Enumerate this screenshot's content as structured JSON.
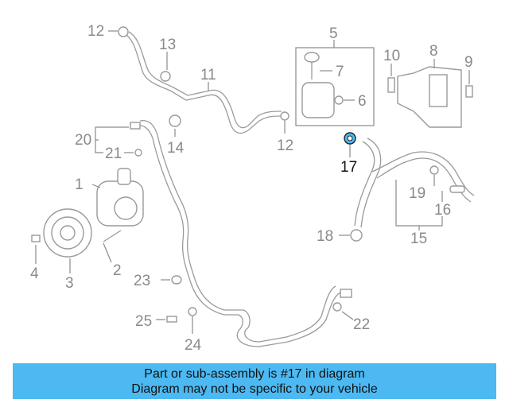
{
  "diagram": {
    "callouts": {
      "n1": "1",
      "n2": "2",
      "n3": "3",
      "n4": "4",
      "n5": "5",
      "n6": "6",
      "n7": "7",
      "n8": "8",
      "n9": "9",
      "n10": "10",
      "n11": "11",
      "n12a": "12",
      "n12b": "12",
      "n13": "13",
      "n14": "14",
      "n15": "15",
      "n16": "16",
      "n17": "17",
      "n18": "18",
      "n19": "19",
      "n20": "20",
      "n21": "21",
      "n22": "22",
      "n23": "23",
      "n24": "24",
      "n25": "25"
    },
    "highlighted_part": "17",
    "highlight_color": "#4cb9f2"
  },
  "banner": {
    "line1": "Part or sub-assembly is #17 in diagram",
    "line2": "Diagram may not be specific to your vehicle",
    "background": "#4cb9f2"
  }
}
